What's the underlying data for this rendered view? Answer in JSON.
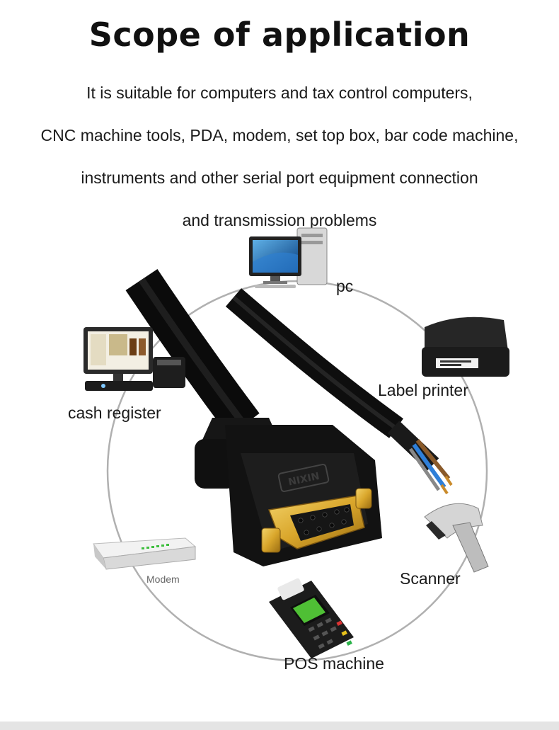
{
  "title": "Scope of application",
  "description_lines": [
    "It is suitable for computers and tax control computers,",
    "CNC machine tools, PDA, modem, set top box, bar code machine,",
    "instruments and other serial port equipment connection",
    "and transmission problems"
  ],
  "devices": {
    "pc": "pc",
    "label_printer": "Label printer",
    "cash_register": "cash register",
    "modem": "Modem",
    "scanner": "Scanner",
    "pos_machine": "POS machine"
  },
  "connector_brand": "NIXIN",
  "colors": {
    "ring": "#b0b0b0",
    "cable": "#151515",
    "connector_gold": "#d9a62b"
  }
}
